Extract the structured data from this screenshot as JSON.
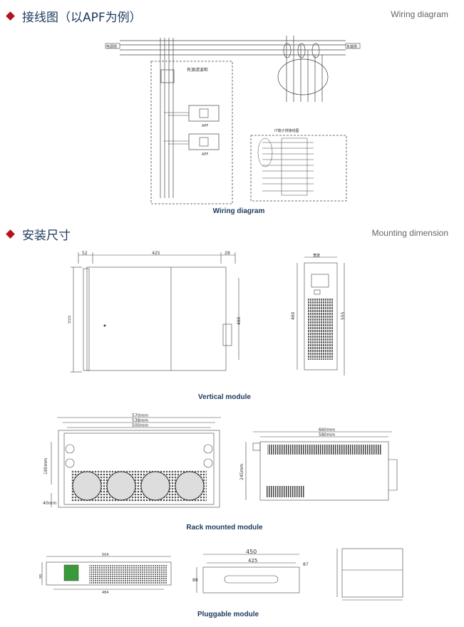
{
  "wiring": {
    "title_cn": "接线图（以APF为例）",
    "title_en": "Wiring diagram",
    "caption": "Wiring diagram",
    "grid_label": "电源侧",
    "load_label": "负载侧",
    "cabinet_label": "有源滤波柜",
    "apf_label": "APF",
    "terminal_label": "IT端子排接线图"
  },
  "mounting": {
    "title_cn": "安装尺寸",
    "title_en": "Mounting dimension"
  },
  "vertical": {
    "caption": "Vertical module",
    "dim_top_left": "52",
    "dim_top_mid": "425",
    "dim_top_right": "28",
    "dim_left": "555",
    "dim_right": "480",
    "front_dim_top": "宽度",
    "front_dim_left": "460",
    "front_dim_right": "555"
  },
  "rack": {
    "caption": "Rack mounted module",
    "dim_w1": "570mm",
    "dim_w2": "538mm",
    "dim_w3": "500mm",
    "dim_h1": "180mm",
    "dim_h2": "40mm",
    "side_w1": "660mm",
    "side_w2": "580mm",
    "side_h": "245mm"
  },
  "pluggable": {
    "caption": "Pluggable module",
    "front_w": "504",
    "front_w2": "484",
    "front_h": "88",
    "top_w1": "450",
    "top_w2": "425",
    "top_h": "88",
    "top_d": "87"
  }
}
